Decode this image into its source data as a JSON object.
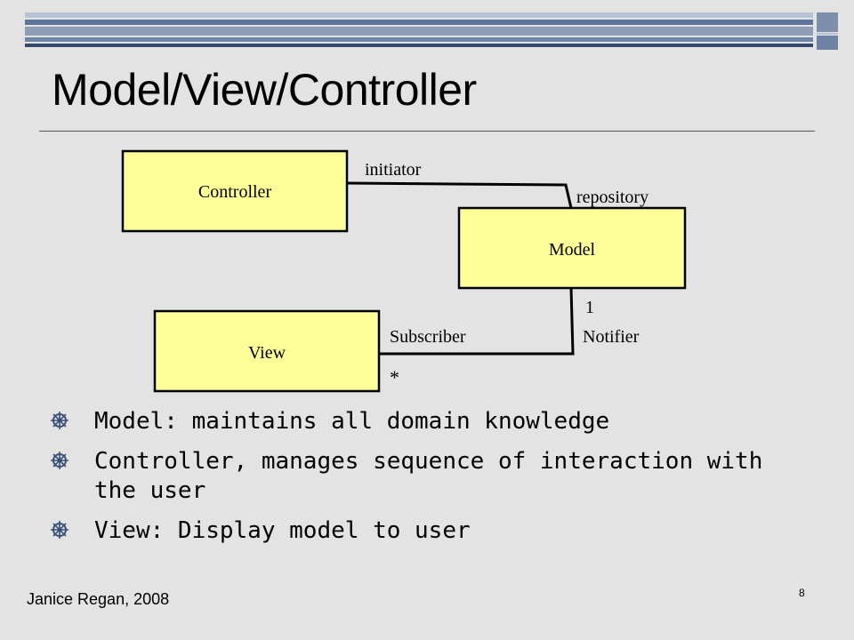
{
  "slide": {
    "title": "Model/View/Controller",
    "footer_author": "Janice Regan, 2008",
    "slide_number": "8"
  },
  "diagram": {
    "boxes": {
      "controller": "Controller",
      "model": "Model",
      "view": "View"
    },
    "labels": {
      "initiator": "initiator",
      "repository": "repository",
      "multiplicity_one": "1",
      "notifier": "Notifier",
      "subscriber": "Subscriber",
      "multiplicity_many": "*"
    },
    "colors": {
      "box_fill": "#ffff99",
      "box_stroke": "#000000"
    }
  },
  "bullets": [
    {
      "line1": "Model:  maintains all domain knowledge",
      "line2": ""
    },
    {
      "line1": "Controller, manages sequence of interaction with",
      "line2": "the user"
    },
    {
      "line1": "View: Display model to user",
      "line2": ""
    }
  ]
}
